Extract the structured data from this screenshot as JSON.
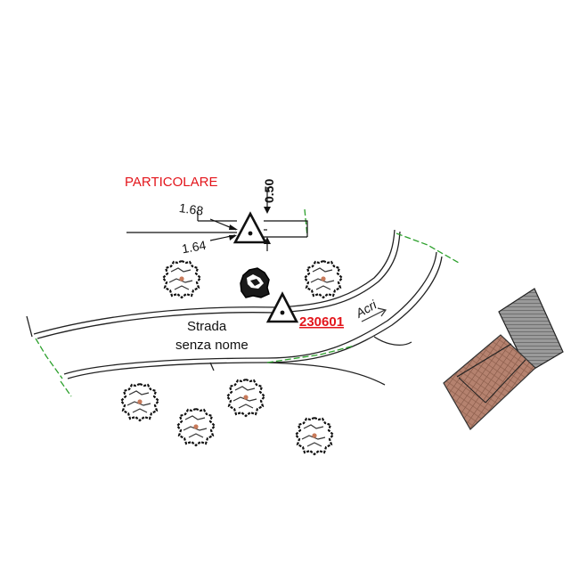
{
  "detail": {
    "title": "PARTICOLARE",
    "dim_upper": "1.68",
    "dim_lower": "1.64",
    "dim_vertical": "0.50"
  },
  "road": {
    "name_line1": "Strada",
    "name_line2": "senza nome",
    "direction_label": "Acri"
  },
  "survey_point": {
    "code": "230601"
  },
  "colors": {
    "annotation_red": "#e3151b",
    "road_line": "#222222",
    "boundary_green": "#2ca02c",
    "roof_tiled": "#b5826f",
    "roof_dark": "#8c8c8c"
  },
  "icons": {
    "survey_marker": "triangle-benchmark-icon",
    "tree": "tree-canopy-icon",
    "building": "building-roof-icon"
  }
}
